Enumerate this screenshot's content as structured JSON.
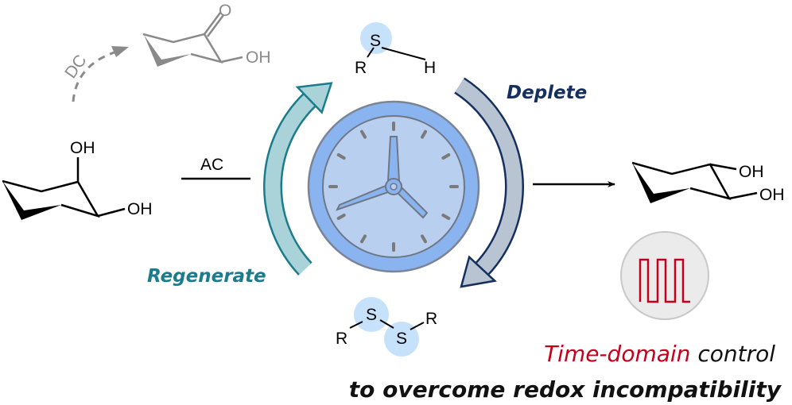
{
  "labels": {
    "dc": "DC",
    "ac": "AC",
    "regenerate": "Regenerate",
    "deplete": "Deplete",
    "caption_highlight": "Time-domain",
    "caption_rest": " control",
    "caption_line2": "to overcome redox incompatibility"
  },
  "molecules": {
    "ketone_o": "O",
    "ketone_oh": "OH",
    "diol_oh_top": "OH",
    "diol_oh_bottom": "OH",
    "product_oh_top": "OH",
    "product_oh_bottom": "OH",
    "thiol_r": "R",
    "thiol_s": "S",
    "thiol_h": "H",
    "disulfide_r1": "R",
    "disulfide_s1": "S",
    "disulfide_s2": "S",
    "disulfide_r2": "R"
  },
  "colors": {
    "regenerate": "#1b7c8c",
    "deplete": "#15305f",
    "accent_red": "#c4001c",
    "clock_ring": "#8ab4f0",
    "clock_face": "#b9cff0",
    "sulfur_highlight": "#c6e2fb"
  }
}
